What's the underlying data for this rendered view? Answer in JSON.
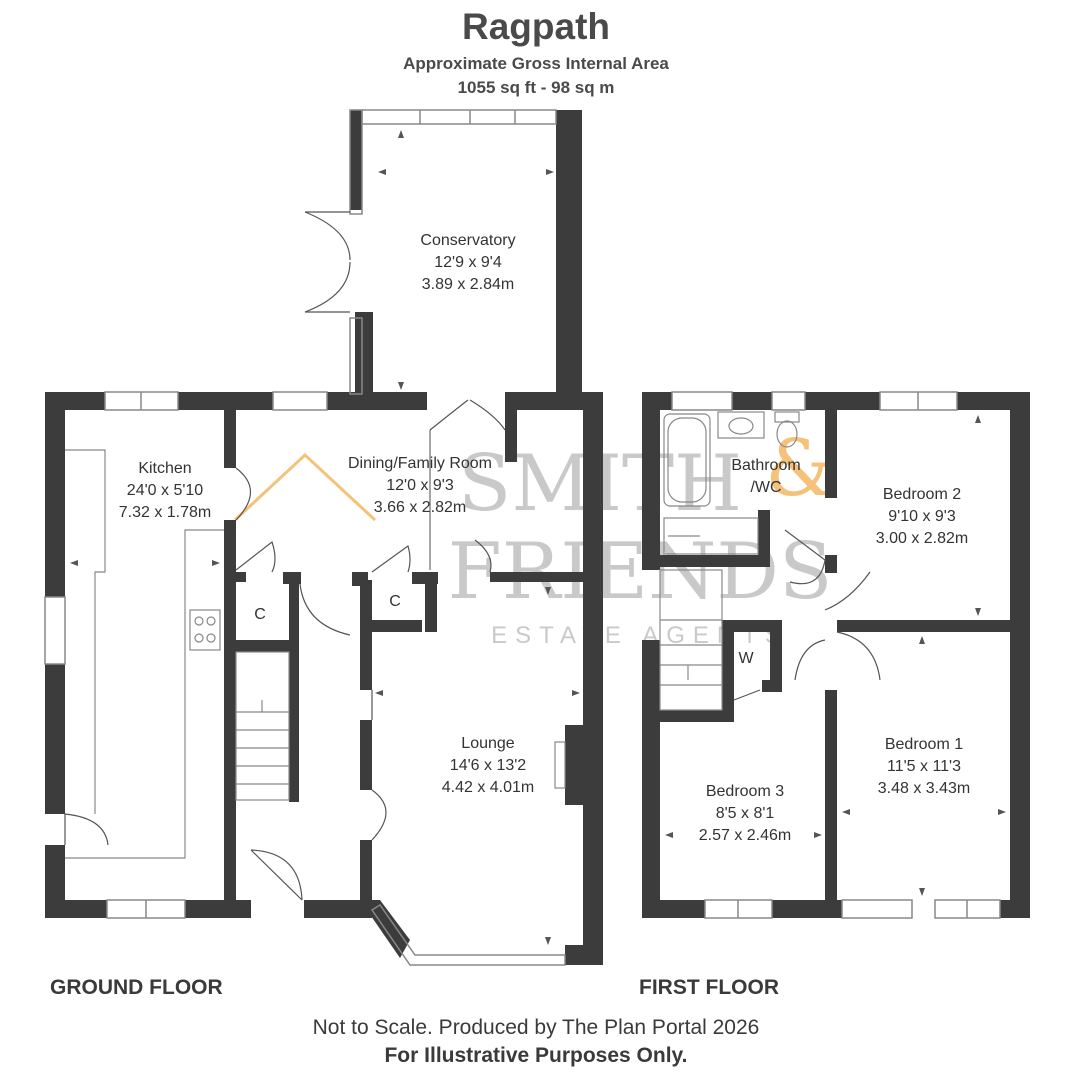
{
  "header": {
    "title": "Ragpath",
    "subtitle": "Approximate Gross Internal Area",
    "area": "1055 sq ft - 98 sq m"
  },
  "floors": {
    "ground": "GROUND FLOOR",
    "first": "FIRST FLOOR"
  },
  "rooms": {
    "conservatory": {
      "name": "Conservatory",
      "imperial": "12'9 x 9'4",
      "metric": "3.89 x 2.84m"
    },
    "kitchen": {
      "name": "Kitchen",
      "imperial": "24'0 x 5'10",
      "metric": "7.32 x 1.78m"
    },
    "dining": {
      "name": "Dining/Family Room",
      "imperial": "12'0 x 9'3",
      "metric": "3.66 x 2.82m"
    },
    "lounge": {
      "name": "Lounge",
      "imperial": "14'6 x 13'2",
      "metric": "4.42 x 4.01m"
    },
    "bathroom": {
      "name_line1": "Bathroom",
      "name_line2": "/WC"
    },
    "bedroom2": {
      "name": "Bedroom 2",
      "imperial": "9'10 x 9'3",
      "metric": "3.00 x 2.82m"
    },
    "bedroom1": {
      "name": "Bedroom 1",
      "imperial": "11'5 x 11'3",
      "metric": "3.48 x 3.43m"
    },
    "bedroom3": {
      "name": "Bedroom 3",
      "imperial": "8'5 x 8'1",
      "metric": "2.57 x 2.46m"
    },
    "cupboard_label": "C",
    "wardrobe_label": "W"
  },
  "watermark": {
    "line1": "SMITH",
    "amp": "&",
    "line2": "FRIENDS",
    "line3": "ESTATE AGENTS",
    "accent": "#f4c27a"
  },
  "footer": {
    "note": "Not to Scale. Produced by The Plan Portal 2026",
    "disclaimer": "For Illustrative Purposes Only."
  },
  "colors": {
    "wall": "#3c3c3c",
    "line": "#555555",
    "window": "#888888"
  }
}
